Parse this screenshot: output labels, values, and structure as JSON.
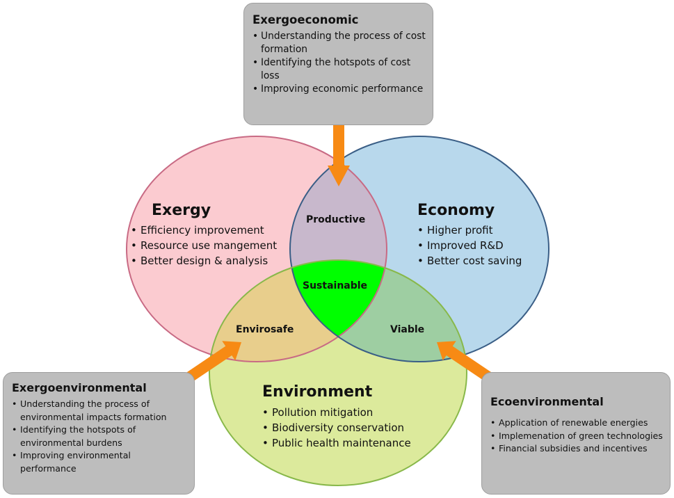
{
  "exergoeconomic": {
    "title": "Exergoeconomic",
    "items": [
      "Understanding the process of cost formation",
      "Identifying the hotspots of cost loss",
      "Improving economic performance"
    ]
  },
  "exergoenvironmental": {
    "title": "Exergoenvironmental",
    "items": [
      "Understanding the process of environmental impacts formation",
      "Identifying the hotspots of environmental burdens",
      "Improving environmental performance"
    ]
  },
  "ecoenvironmental": {
    "title": "Ecoenvironmental",
    "items": [
      "Application of renewable energies",
      "Implemenation of green technologies",
      "Financial subsidies and incentives"
    ]
  },
  "exergy": {
    "title": "Exergy",
    "items": [
      "Efficiency improvement",
      "Resource use mangement",
      "Better design & analysis"
    ]
  },
  "economy": {
    "title": "Economy",
    "items": [
      "Higher profit",
      "Improved R&D",
      "Better cost saving"
    ]
  },
  "environment": {
    "title": "Environment",
    "items": [
      "Pollution mitigation",
      "Biodiversity conservation",
      "Public health maintenance"
    ]
  },
  "intersections": {
    "productive": "Productive",
    "sustainable": "Sustainable",
    "envirosafe": "Envirosafe",
    "viable": "Viable"
  },
  "colors": {
    "exergy": "#fbcbd0",
    "economy": "#b8d8ec",
    "environment": "#dcea9c",
    "productive": "#c8b8cc",
    "envirosafe": "#e8ce8c",
    "viable": "#9ecea2",
    "sustainable": "#00ff00",
    "arrow": "#f78a14",
    "box": "#bdbdbd"
  }
}
